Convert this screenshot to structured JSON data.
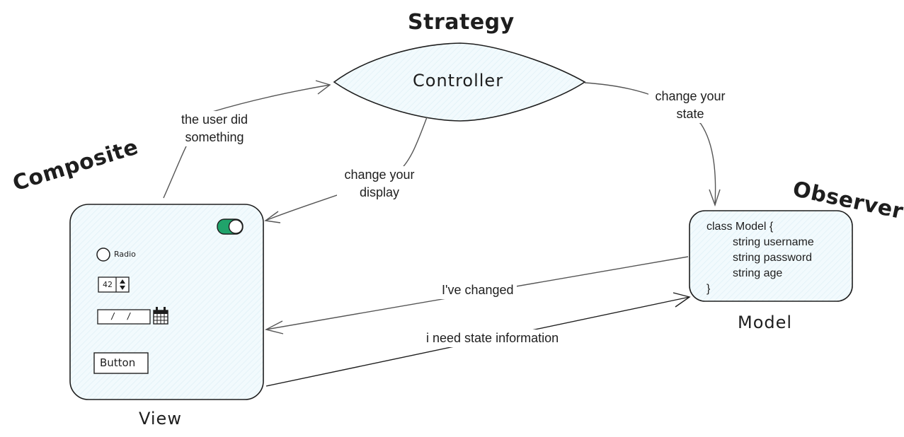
{
  "patterns": {
    "strategy": "Strategy",
    "composite": "Composite",
    "observer": "Observer"
  },
  "nodes": {
    "controller": {
      "label": "Controller"
    },
    "view": {
      "caption": "View",
      "radio_label": "Radio",
      "spinner_value": "42",
      "date_value": "/ /",
      "button_label": "Button",
      "toggle_on": true,
      "toggle_color": "#20a36b"
    },
    "model": {
      "caption": "Model",
      "code": {
        "line1": "class Model {",
        "line2": "string username",
        "line3": "string password",
        "line4": "string age",
        "line5": "}"
      }
    }
  },
  "edges": {
    "user_did": {
      "line1": "the user did",
      "line2": "something"
    },
    "change_state": {
      "line1": "change your",
      "line2": "state"
    },
    "change_display": {
      "line1": "change your",
      "line2": "display"
    },
    "changed": {
      "label": "I've changed"
    },
    "need_state": {
      "label": "i need state information"
    }
  },
  "colors": {
    "shape_fill": "#ecf7fb",
    "stroke": "#1e1e1e",
    "edge_stroke": "#555555"
  }
}
